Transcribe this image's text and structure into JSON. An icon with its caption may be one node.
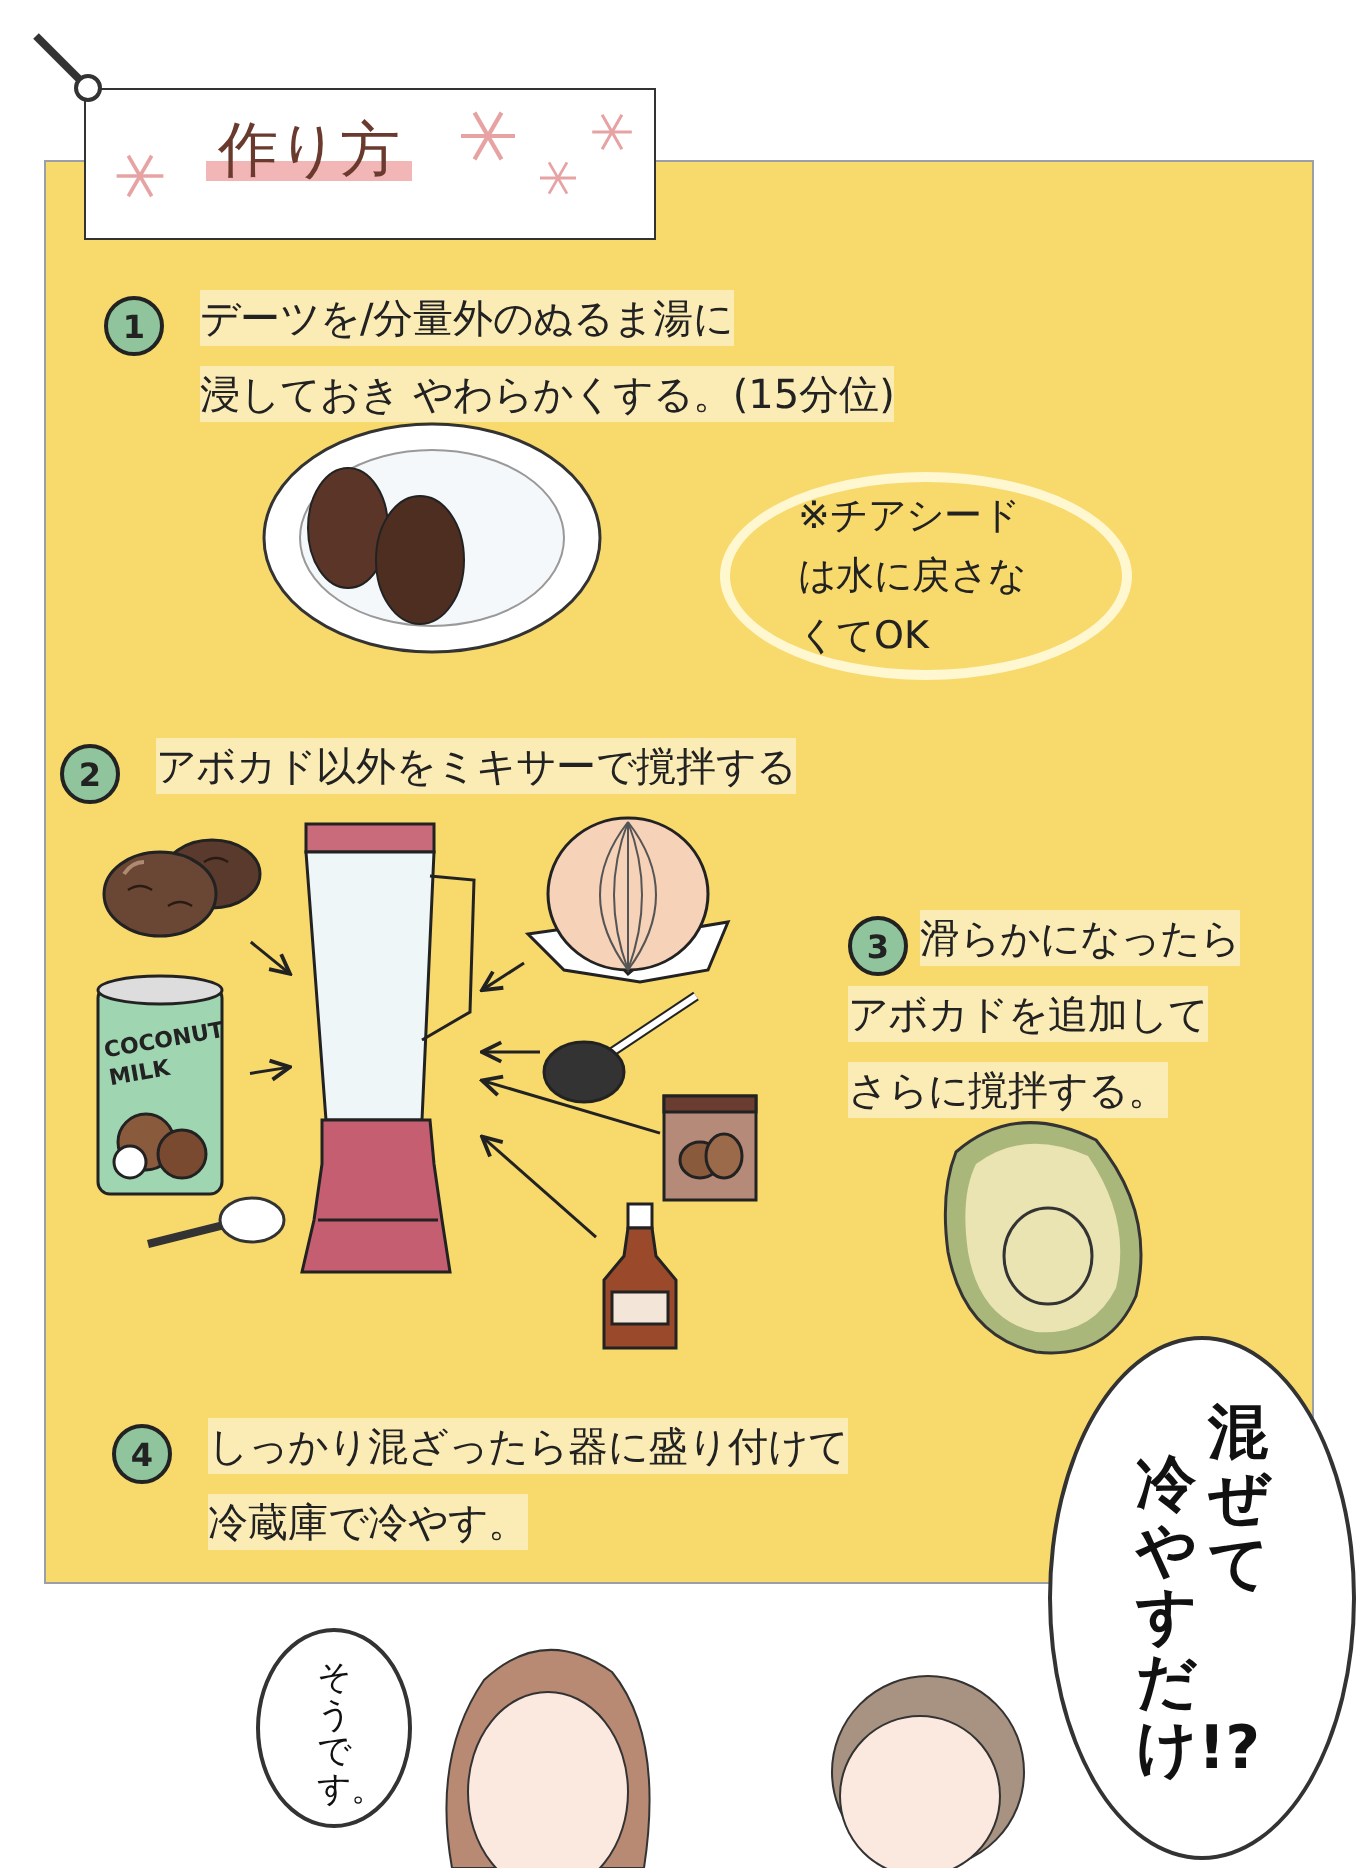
{
  "diagram": {
    "title": "作り方",
    "nodes": [
      {
        "text": [
          "1"
        ],
        "beside": [
          "デーツを/分量外のぬるま湯に浸しておき やわらかくする。(15分位)"
        ]
      },
      {
        "text": [
          "※チアシードは水に戻さなくてOK"
        ]
      },
      {
        "text": [
          "2"
        ],
        "beside": [
          "アボカド以外をミキサーで撹拌する"
        ]
      },
      {
        "text": [],
        "shape": "picture"
      },
      {
        "text": [],
        "shape": "picture"
      },
      {
        "text": [],
        "shape": "picture"
      },
      {
        "text": [
          "COCONUT MILK"
        ]
      },
      {
        "text": [],
        "shape": "picture"
      },
      {
        "text": [],
        "shape": "picture"
      },
      {
        "text": [],
        "shape": "picture"
      },
      {
        "text": [
          "3"
        ],
        "beside": [
          "滑らかになったらアボカドを追加してさらに撹拌する。"
        ]
      },
      {
        "text": [
          "4"
        ],
        "beside": [
          "しっかり混ざったら器に盛り付けて冷蔵庫で冷やす。"
        ]
      },
      {
        "text": [
          "混ぜて",
          "冷やすだけ!?"
        ]
      },
      {
        "text": [
          "そうです。"
        ]
      }
    ],
    "edges": [
      {
        "from": 3,
        "to": 4,
        "arrow": "to"
      },
      {
        "from": 5,
        "to": 4,
        "arrow": "to"
      },
      {
        "from": 6,
        "to": 4,
        "arrow": "to"
      },
      {
        "from": 7,
        "to": 4,
        "arrow": "to"
      },
      {
        "from": 8,
        "to": 4,
        "arrow": "to"
      },
      {
        "from": 9,
        "to": 4,
        "arrow": "to"
      }
    ]
  }
}
